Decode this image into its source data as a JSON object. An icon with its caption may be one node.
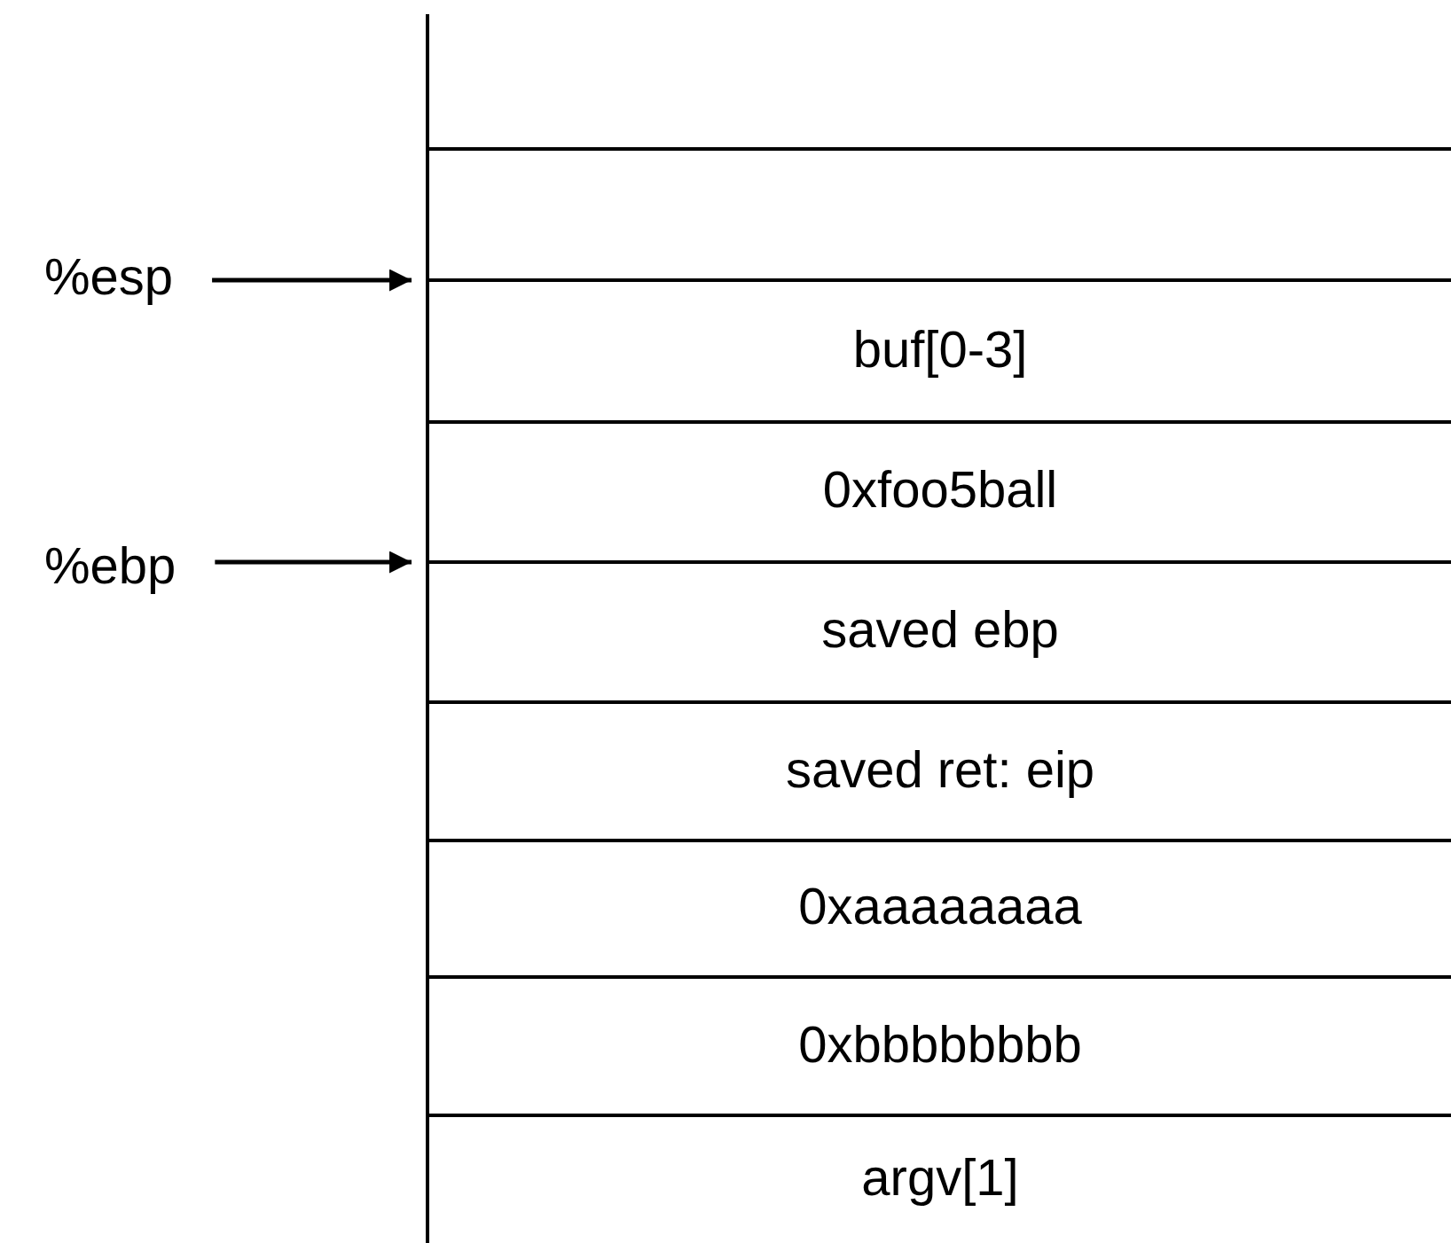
{
  "diagram": {
    "nodes": [
      {
        "text": [],
        "shape": "box"
      },
      {
        "text": [],
        "shape": "box"
      },
      {
        "text": [
          "buf[0-3]"
        ]
      },
      {
        "text": [
          "0xfoo5ball"
        ]
      },
      {
        "text": [
          "saved ebp"
        ]
      },
      {
        "text": [
          "saved ret: eip"
        ]
      },
      {
        "text": [
          "0xaaaaaaaa"
        ]
      },
      {
        "text": [
          "0xbbbbbbbb"
        ]
      },
      {
        "text": [
          "argv[1]"
        ]
      },
      {
        "text": [
          "%esp"
        ]
      },
      {
        "text": [
          "%ebp"
        ]
      }
    ],
    "edges": [
      {
        "from": 9,
        "to": 2,
        "arrow": "to"
      },
      {
        "from": 10,
        "to": 4,
        "arrow": "to"
      }
    ]
  }
}
